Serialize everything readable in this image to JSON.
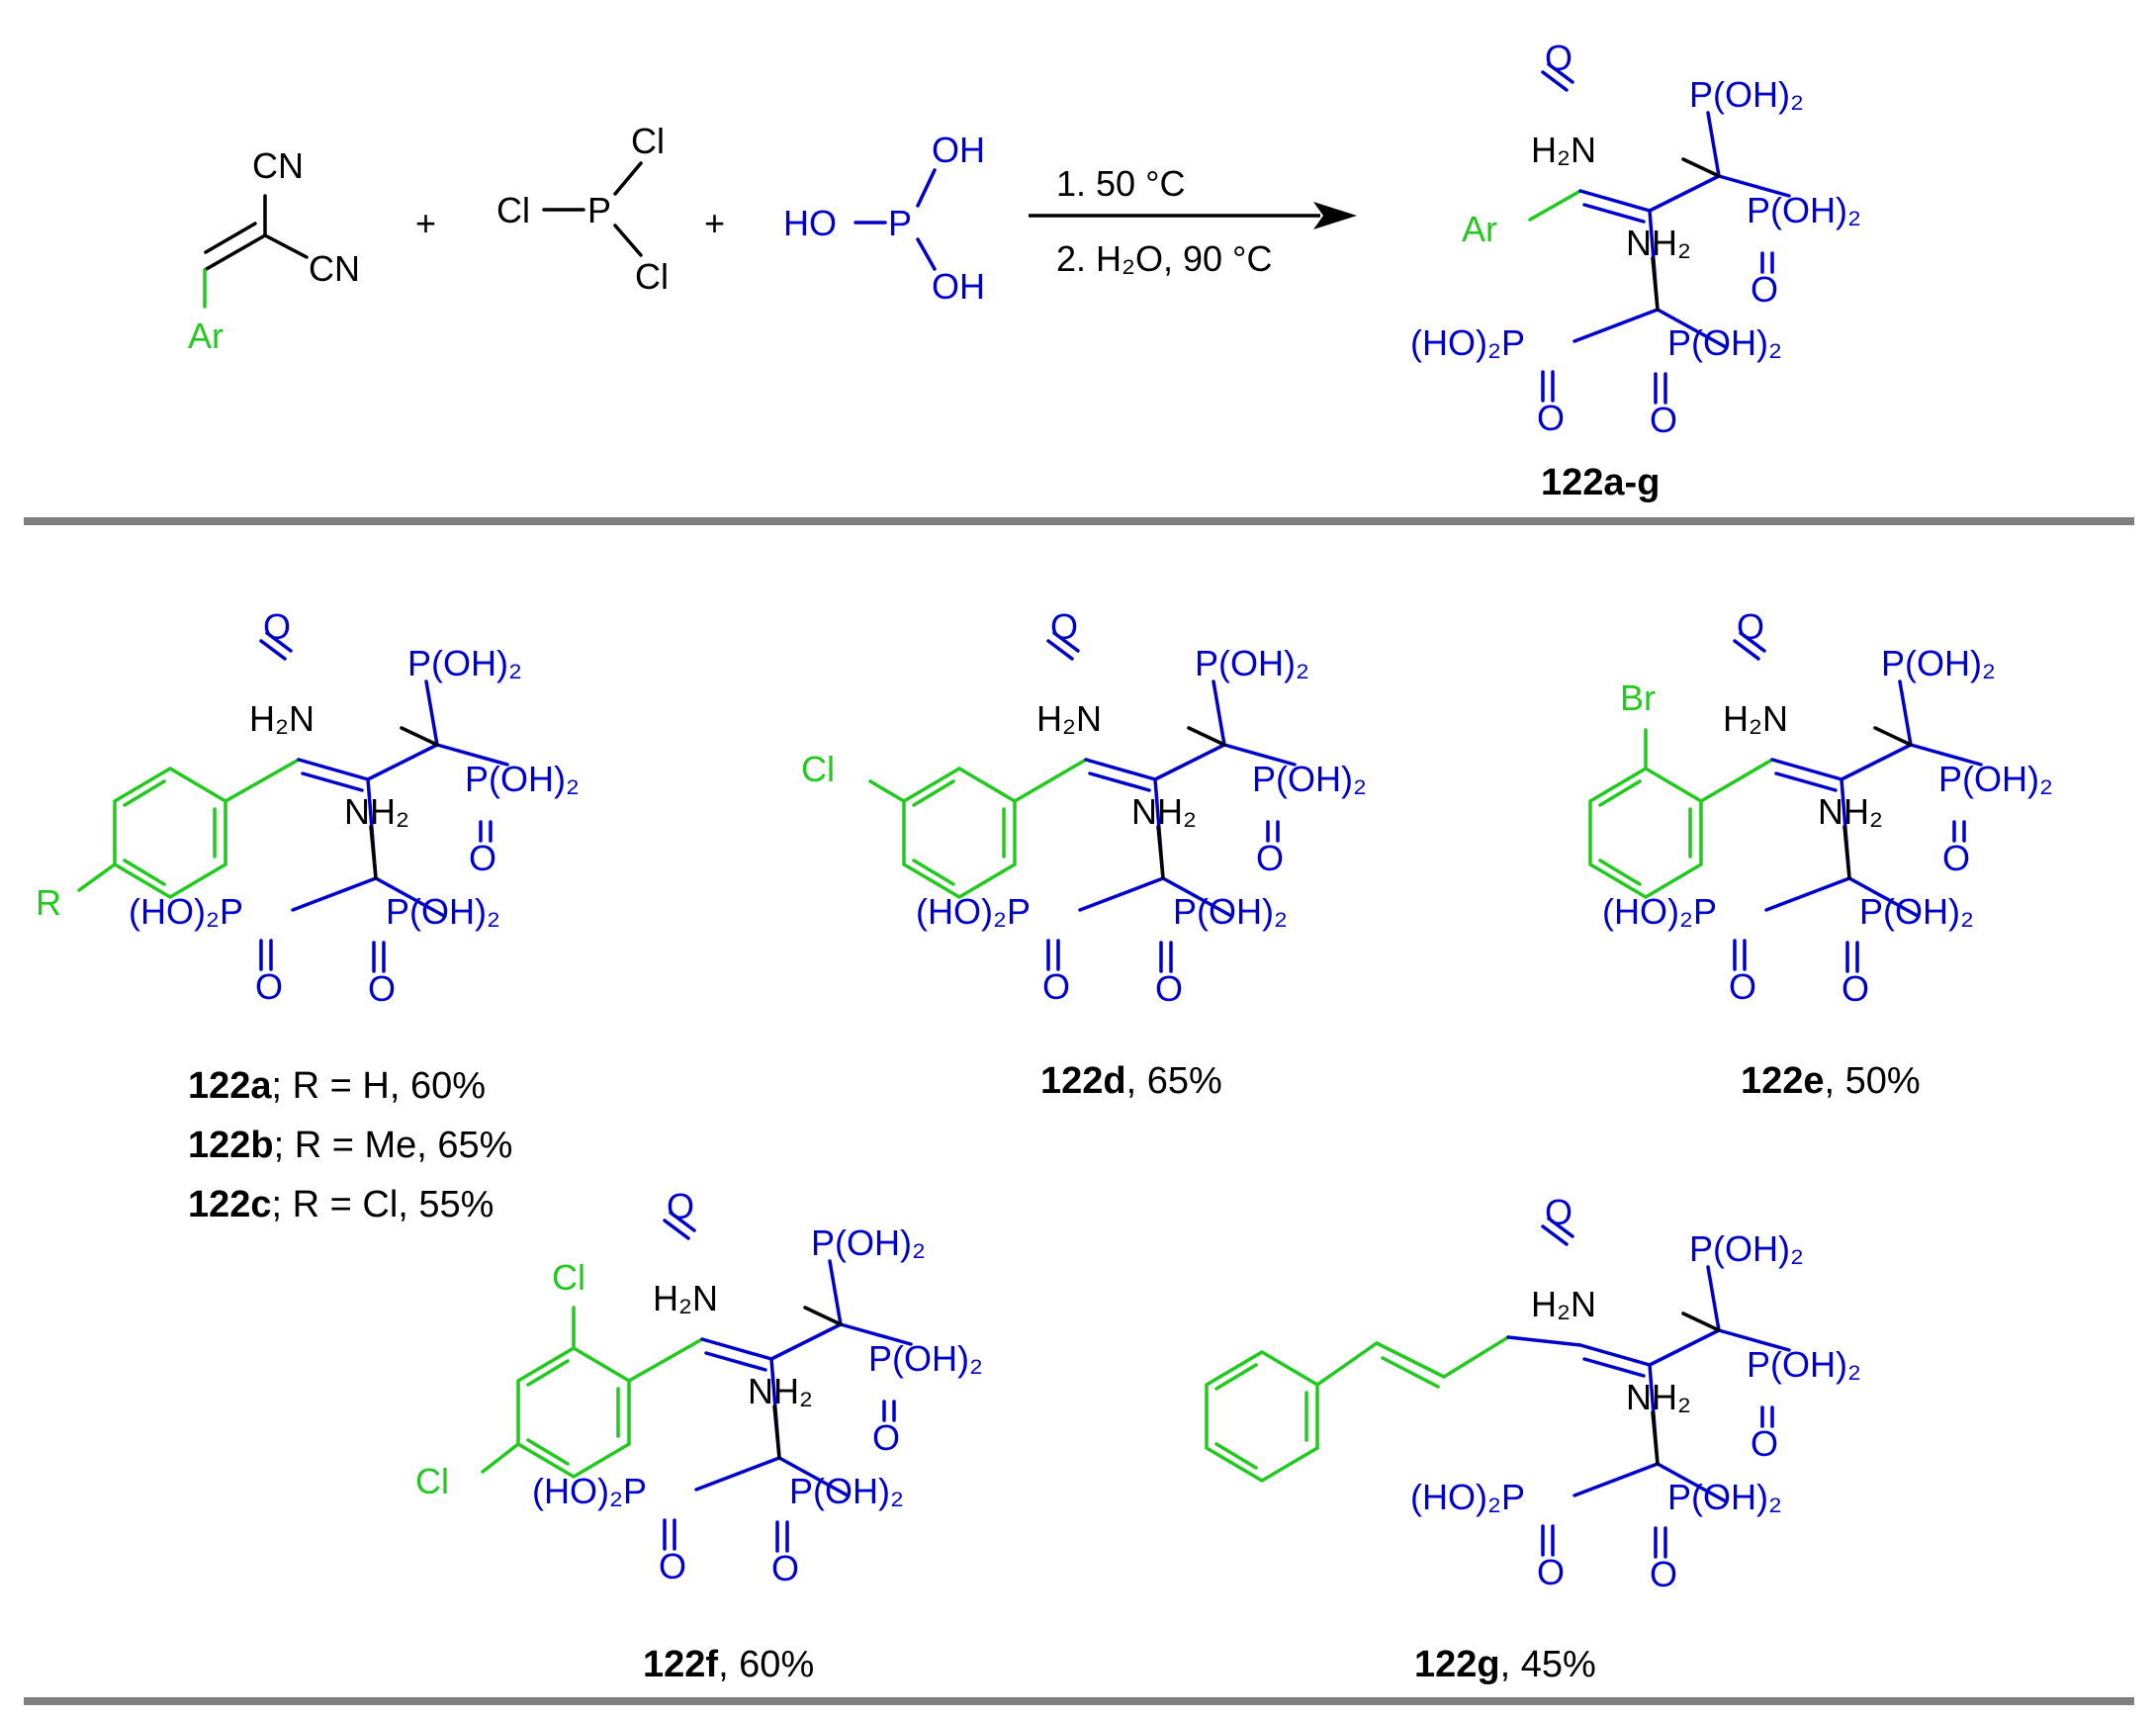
{
  "colors": {
    "aryl": "#22c91e",
    "phosphorus": "#0000cc",
    "black": "#000000",
    "rule": "#7f7f7f"
  },
  "reaction": {
    "reactant1": {
      "group_top": "CN",
      "group_right": "CN",
      "substituent": "Ar"
    },
    "reactant2": {
      "atom": "P",
      "cl_top": "Cl",
      "cl_left": "Cl",
      "cl_bottom": "Cl"
    },
    "reactant3": {
      "atom": "P",
      "oh_top": "OH",
      "ho_left": "HO",
      "oh_bottom": "OH"
    },
    "plus": "+",
    "condition1": "1. 50 °C",
    "condition2": "2. H₂O, 90 °C",
    "product_label": "122a-g"
  },
  "common": {
    "h2n": "H₂N",
    "nh2": "NH₂",
    "poh2": "P(OH)₂",
    "hop": "(HO)₂P",
    "oxygen": "O",
    "ar": "Ar",
    "r": "R",
    "cl": "Cl",
    "br": "Br"
  },
  "compounds": {
    "a_line1": {
      "id": "122a",
      "rest": "; R = H, 60%"
    },
    "a_line2": {
      "id": "122b",
      "rest": "; R = Me, 65%"
    },
    "a_line3": {
      "id": "122c",
      "rest": "; R = Cl, 55%"
    },
    "d": {
      "id": "122d",
      "rest": ", 65%"
    },
    "e": {
      "id": "122e",
      "rest": ", 50%"
    },
    "f": {
      "id": "122f",
      "rest": ", 60%"
    },
    "g": {
      "id": "122g",
      "rest": ", 45%"
    }
  }
}
